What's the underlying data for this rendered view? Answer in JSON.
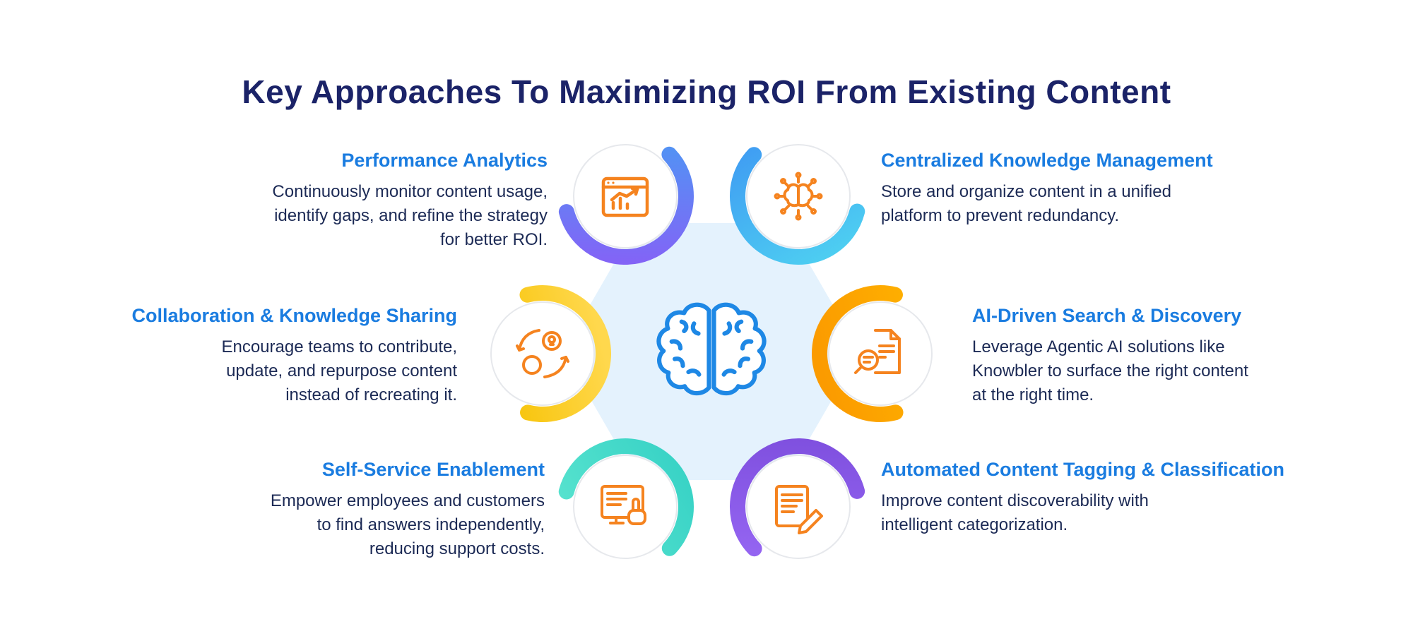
{
  "title": "Key Approaches To Maximizing ROI From Existing Content",
  "center": {
    "icon": "brain-icon",
    "hexagon_color": "#E4F2FD",
    "brain_color": "#1E88E5"
  },
  "colors": {
    "title": "#1B2368",
    "heading": "#1A7CE0",
    "body_text": "#1C2A55",
    "icon_stroke": "#F5831F",
    "circle_fill": "#FFFFFF",
    "circle_border": "#E6E8EC"
  },
  "items": [
    {
      "title": "Performance Analytics",
      "body": "Continuously monitor content usage,\nidentify gaps, and refine the strategy\nfor better ROI.",
      "icon": "analytics-chart-icon",
      "arc_colors": [
        "#44A0F4",
        "#8B5CF6"
      ]
    },
    {
      "title": "Centralized Knowledge Management",
      "body": "Store and organize content in a unified\nplatform to prevent redundancy.",
      "icon": "ai-brain-chip-icon",
      "arc_colors": [
        "#3E97F3",
        "#4FD4F1"
      ]
    },
    {
      "title": "Collaboration & Knowledge Sharing",
      "body": "Encourage teams to contribute,\nupdate, and repurpose content\ninstead of recreating it.",
      "icon": "collaboration-heads-icon",
      "arc_colors": [
        "#F6C100",
        "#FFD84D"
      ]
    },
    {
      "title": "AI-Driven Search & Discovery",
      "body": "Leverage Agentic AI solutions like\nKnowbler to surface the right content\nat the right time.",
      "icon": "search-document-icon",
      "arc_colors": [
        "#FFB300",
        "#FB9B00"
      ]
    },
    {
      "title": "Self-Service Enablement",
      "body": "Empower employees and customers\nto find answers independently,\nreducing support costs.",
      "icon": "self-service-screen-icon",
      "arc_colors": [
        "#35D1C5",
        "#5EE6D0"
      ]
    },
    {
      "title": "Automated Content Tagging & Classification",
      "body": "Improve content discoverability with\nintelligent categorization.",
      "icon": "tagging-document-icon",
      "arc_colors": [
        "#9B6BF7",
        "#7C4DDC"
      ]
    }
  ]
}
